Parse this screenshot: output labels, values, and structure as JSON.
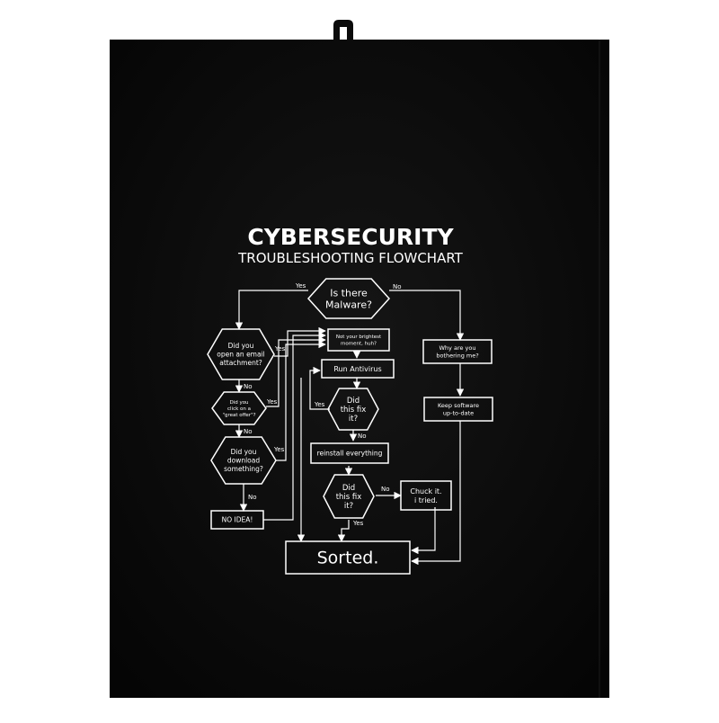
{
  "title": "CYBERSECURITY",
  "subtitle": "TROUBLESHOOTING FLOWCHART",
  "colors": {
    "towel": "#0b0b0b",
    "ink": "#ffffff",
    "background": "#ffffff"
  },
  "nodes": [
    {
      "id": "malware",
      "shape": "hexagon",
      "lines": [
        "Is there",
        "Malware?"
      ]
    },
    {
      "id": "email",
      "shape": "hexagon",
      "lines": [
        "Did you",
        "open an email",
        "attachment?"
      ]
    },
    {
      "id": "offer",
      "shape": "hexagon",
      "lines": [
        "Did you",
        "click on a",
        "\"great offer\"?"
      ]
    },
    {
      "id": "download",
      "shape": "hexagon",
      "lines": [
        "Did you",
        "download",
        "something?"
      ]
    },
    {
      "id": "noidea",
      "shape": "box",
      "lines": [
        "NO IDEA!"
      ]
    },
    {
      "id": "brightest",
      "shape": "box",
      "lines": [
        "Not your brightest",
        "moment, huh?"
      ]
    },
    {
      "id": "antivirus",
      "shape": "box",
      "lines": [
        "Run Antivirus"
      ]
    },
    {
      "id": "fix1",
      "shape": "hexagon",
      "lines": [
        "Did",
        "this fix",
        "it?"
      ]
    },
    {
      "id": "reinstall",
      "shape": "box",
      "lines": [
        "reinstall everything"
      ]
    },
    {
      "id": "fix2",
      "shape": "hexagon",
      "lines": [
        "Did",
        "this fix",
        "it?"
      ]
    },
    {
      "id": "chuck",
      "shape": "box",
      "lines": [
        "Chuck it.",
        "i tried."
      ]
    },
    {
      "id": "bother",
      "shape": "box",
      "lines": [
        "Why are you",
        "bothering me?"
      ]
    },
    {
      "id": "keep",
      "shape": "box",
      "lines": [
        "Keep software",
        "up-to-date"
      ]
    },
    {
      "id": "sorted",
      "shape": "box",
      "lines": [
        "Sorted."
      ]
    }
  ],
  "edge_labels": {
    "malware_yes": "Yes",
    "malware_no": "No",
    "email_yes": "Yes",
    "email_no": "No",
    "offer_yes": "Yes",
    "offer_no": "No",
    "download_yes": "Yes",
    "download_no": "No",
    "fix1_yes": "Yes",
    "fix1_no": "No",
    "fix2_yes": "Yes",
    "fix2_no": "No"
  }
}
